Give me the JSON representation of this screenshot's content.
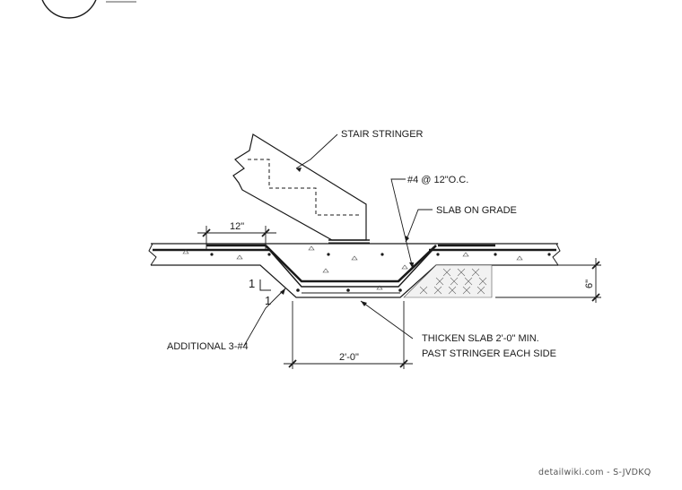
{
  "labels": {
    "stair_stringer": "STAIR STRINGER",
    "rebar_spacing": "#4 @ 12\"O.C.",
    "slab_on_grade": "SLAB ON GRADE",
    "additional_bars": "ADDITIONAL 3-#4",
    "thicken_line1": "THICKEN SLAB 2'-0\" MIN.",
    "thicken_line2": "PAST STRINGER EACH SIDE"
  },
  "dimensions": {
    "lap_length": "12\"",
    "thickened_width": "2'-0\"",
    "slab_thickness": "6\""
  },
  "slope": {
    "rise": "1",
    "run": "1"
  },
  "footer": "detailwiki.com - S-JVDKQ",
  "colors": {
    "line": "#1a1a1a",
    "footer": "#555555"
  }
}
